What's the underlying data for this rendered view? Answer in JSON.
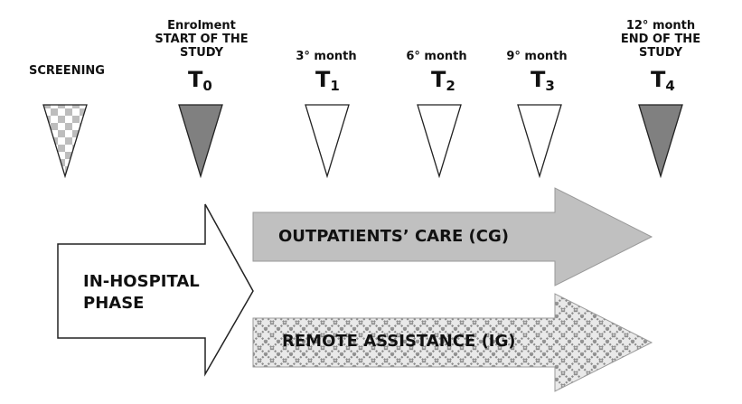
{
  "timepoints": [
    {
      "id": "screening",
      "label_lines": [
        "SCREENING"
      ],
      "t_main": "",
      "t_sub": "",
      "fill": "checker"
    },
    {
      "id": "t0",
      "label_lines": [
        "Enrolment",
        "START OF THE",
        "STUDY"
      ],
      "t_main": "T",
      "t_sub": "0",
      "fill": "#808080"
    },
    {
      "id": "t1",
      "label_lines": [
        "3° month"
      ],
      "t_main": "T",
      "t_sub": "1",
      "fill": "#ffffff"
    },
    {
      "id": "t2",
      "label_lines": [
        "6° month"
      ],
      "t_main": "T",
      "t_sub": "2",
      "fill": "#ffffff"
    },
    {
      "id": "t3",
      "label_lines": [
        "9° month"
      ],
      "t_main": "T",
      "t_sub": "3",
      "fill": "#ffffff"
    },
    {
      "id": "t4",
      "label_lines": [
        "12° month",
        "END OF THE",
        "STUDY"
      ],
      "t_main": "T",
      "t_sub": "4",
      "fill": "#808080"
    }
  ],
  "arrows": {
    "in_hospital": {
      "lines": [
        "IN-HOSPITAL",
        "PHASE"
      ],
      "fill": "#ffffff"
    },
    "outpatients": {
      "label": "OUTPATIENTS’ CARE (CG)",
      "fill": "#c0c0c0"
    },
    "remote": {
      "label": "REMOTE ASSISTANCE (IG)",
      "fill": "lattice"
    }
  }
}
